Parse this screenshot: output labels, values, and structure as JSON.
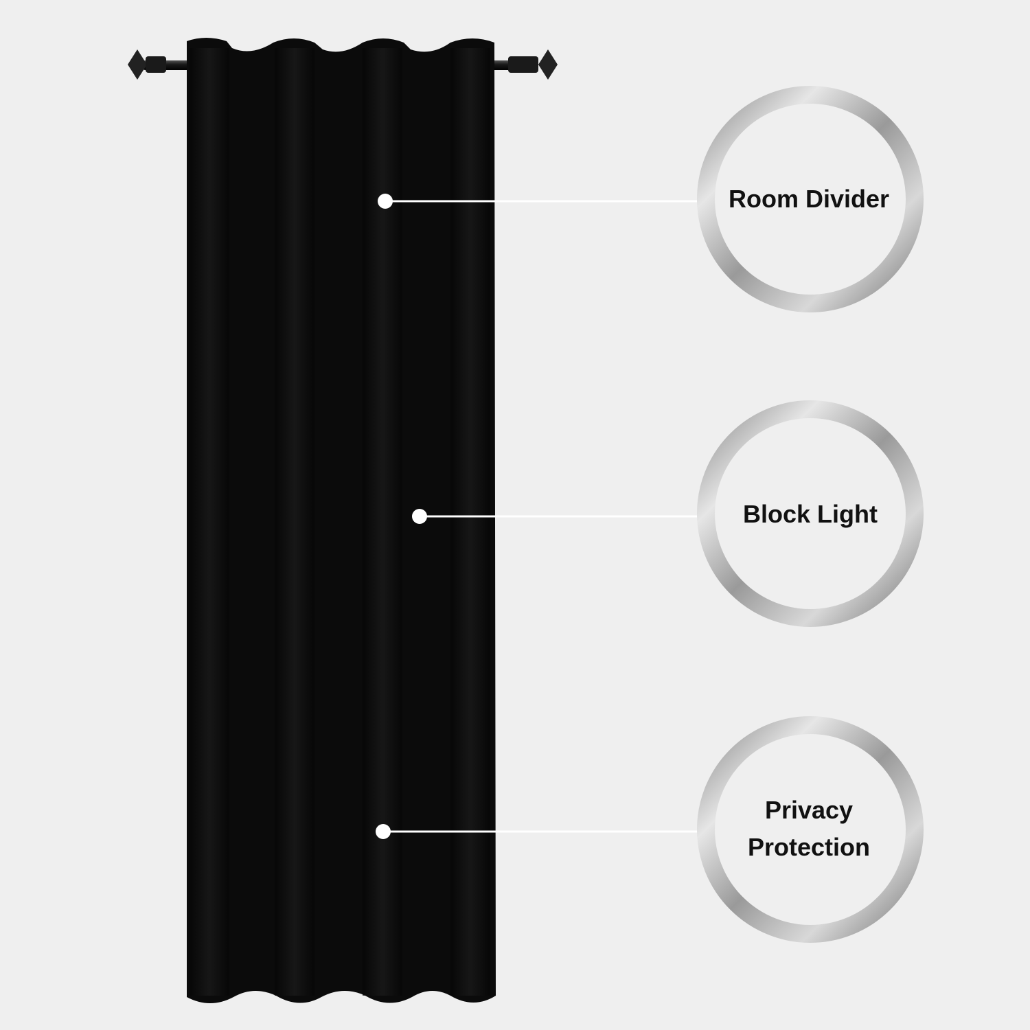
{
  "product": {
    "name": "blackout-grommet-curtain-panel",
    "curtain_color": "#0b0b0b",
    "background_color": "#efefef"
  },
  "features": [
    {
      "lines": [
        "Room Divider"
      ]
    },
    {
      "lines": [
        "Block Light"
      ]
    },
    {
      "lines": [
        "Privacy",
        "Protection"
      ]
    }
  ]
}
